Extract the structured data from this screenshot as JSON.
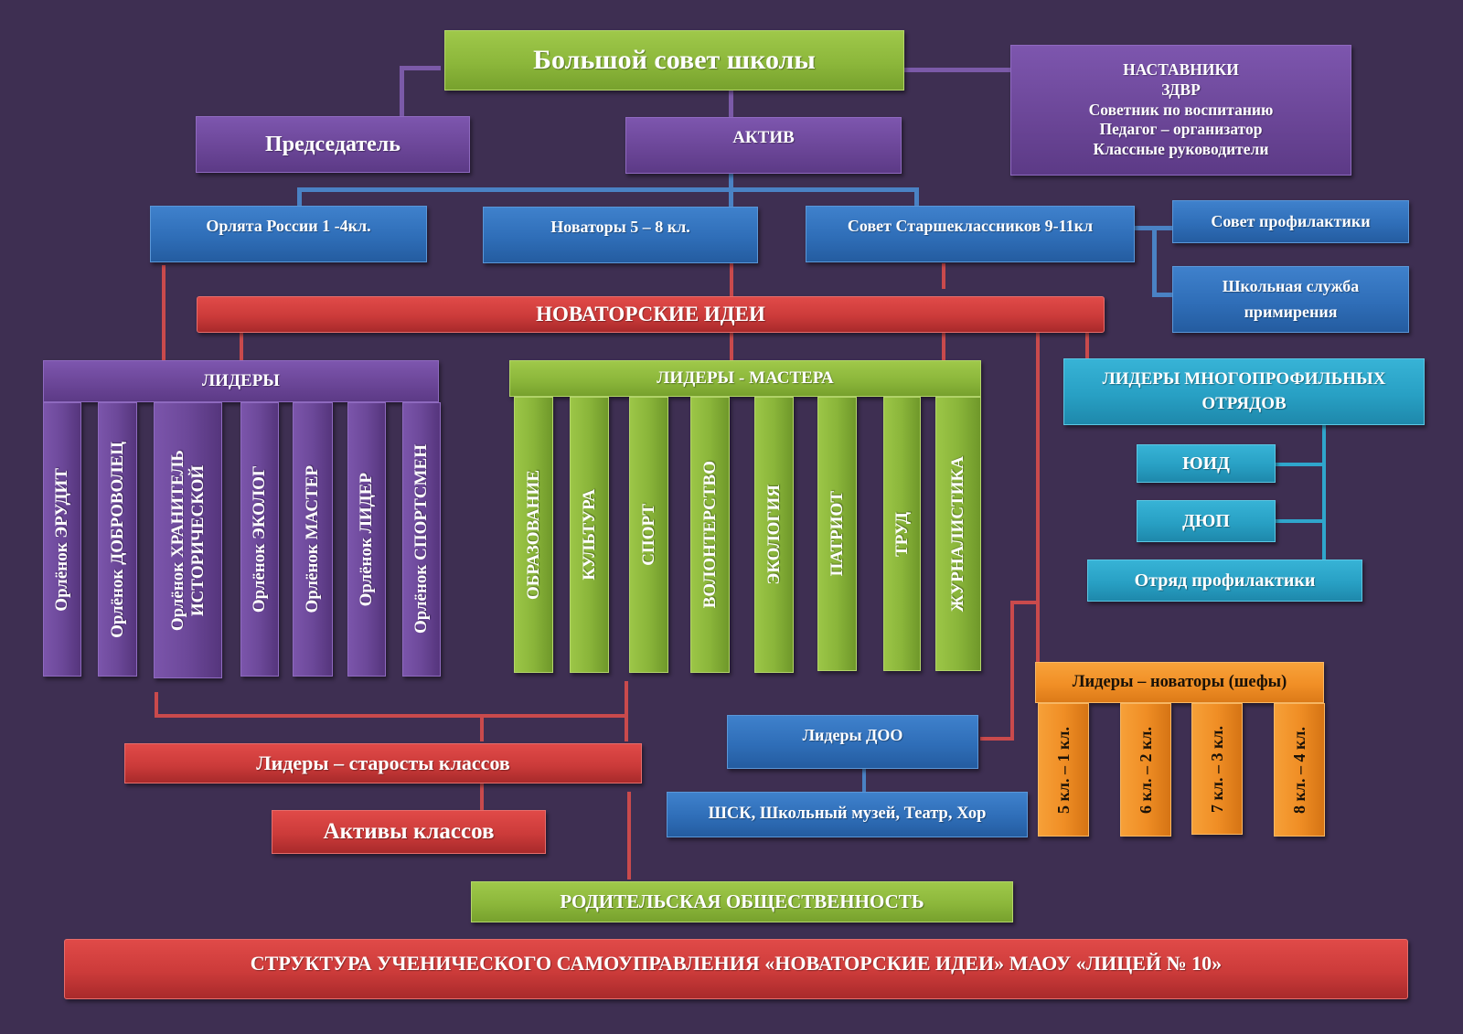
{
  "colors": {
    "background": "#3e2f52",
    "purple": "#6a4596",
    "green": "#8cb73b",
    "blue": "#2f6eb8",
    "red": "#cc3b3a",
    "cyan": "#28a0c4",
    "orange": "#f18f26"
  },
  "top": {
    "council": "Большой совет школы",
    "chairman": "Председатель",
    "activ": "АКТИВ",
    "mentors": [
      "НАСТАВНИКИ",
      "ЗДВР",
      "Советник по воспитанию",
      "Педагог – организатор",
      "Классные руководители"
    ]
  },
  "groups": {
    "orlyata": "Орлята России  1 -4кл.",
    "novatory": "Новаторы 5 – 8 кл.",
    "seniors": "Совет Старшеклассников 9-11кл",
    "prevention_council": "Совет профилактики",
    "reconciliation": [
      "Школьная служба",
      "примирения"
    ]
  },
  "main_bar": "НОВАТОРСКИЕ ИДЕИ",
  "leaders": {
    "title": "ЛИДЕРЫ",
    "columns": [
      [
        "Орлёнок ЭРУДИТ"
      ],
      [
        "Орлёнок  ДОБРОВОЛЕЦ"
      ],
      [
        "Орлёнок  ХРАНИТЕЛЬ",
        "ИСТОРИЧЕСКОЙ"
      ],
      [
        "Орлёнок ЭКОЛОГ"
      ],
      [
        "Орлёнок МАСТЕР"
      ],
      [
        "Орлёнок ЛИДЕР"
      ],
      [
        "Орлёнок СПОРТСМЕН"
      ]
    ]
  },
  "masters": {
    "title": "ЛИДЕРЫ  - МАСТЕРА",
    "columns": [
      "ОБРАЗОВАНИЕ",
      "КУЛЬТУРА",
      "СПОРТ",
      "ВОЛОНТЕРСТВО",
      "ЭКОЛОГИЯ",
      "ПАТРИОТ",
      "ТРУД",
      "ЖУРНАЛИСТИКА"
    ]
  },
  "squads": {
    "title": [
      "ЛИДЕРЫ МНОГОПРОФИЛЬНЫХ",
      "ОТРЯДОВ"
    ],
    "items": [
      "ЮИД",
      "ДЮП",
      "Отряд профилактики"
    ]
  },
  "chefs": {
    "title": "Лидеры – новаторы (шефы)",
    "columns": [
      "5 кл. – 1 кл.",
      "6 кл. – 2 кл.",
      "7 кл. – 3 кл.",
      "8 кл. – 4 кл."
    ]
  },
  "doo": {
    "title": "Лидеры ДОО",
    "sub": "ШСК, Школьный музей, Театр, Хор"
  },
  "class_leaders": "Лидеры – старосты классов",
  "class_activs": "Активы классов",
  "parents": "РОДИТЕЛЬСКАЯ  ОБЩЕСТВЕННОСТЬ",
  "footer": "СТРУКТУРА  УЧЕНИЧЕСКОГО САМОУПРАВЛЕНИЯ «НОВАТОРСКИЕ ИДЕИ»  МАОУ «ЛИЦЕЙ № 10»"
}
